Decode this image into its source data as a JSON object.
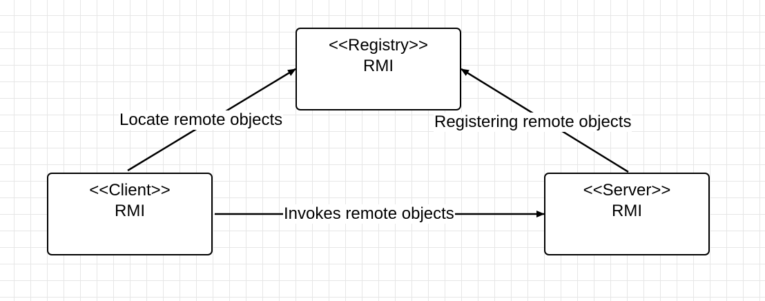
{
  "diagram": {
    "nodes": {
      "registry": {
        "stereotype": "<<Registry>>",
        "label": "RMI"
      },
      "client": {
        "stereotype": "<<Client>>",
        "label": "RMI"
      },
      "server": {
        "stereotype": "<<Server>>",
        "label": "RMI"
      }
    },
    "edges": {
      "locate": {
        "from": "client",
        "to": "registry",
        "label": "Locate remote objects"
      },
      "register": {
        "from": "server",
        "to": "registry",
        "label": "Registering remote objects"
      },
      "invoke": {
        "from": "client",
        "to": "server",
        "label": "Invokes remote objects"
      }
    },
    "colors": {
      "stroke": "#000000",
      "grid": "#e6e6e6",
      "background": "#ffffff"
    }
  }
}
